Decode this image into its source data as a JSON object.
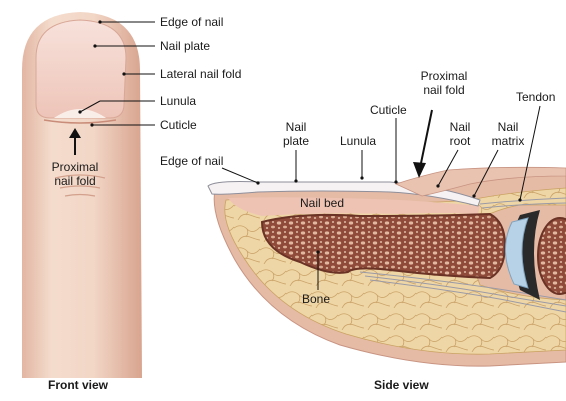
{
  "front": {
    "labels": {
      "edge_of_nail": "Edge of nail",
      "nail_plate": "Nail plate",
      "lateral_nail_fold": "Lateral nail fold",
      "lunula": "Lunula",
      "cuticle": "Cuticle",
      "proximal_nail_fold_1": "Proximal",
      "proximal_nail_fold_2": "nail fold"
    },
    "caption": "Front view"
  },
  "side": {
    "labels": {
      "edge_of_nail": "Edge of nail",
      "nail_plate_1": "Nail",
      "nail_plate_2": "plate",
      "lunula": "Lunula",
      "cuticle": "Cuticle",
      "proximal_nail_fold_1": "Proximal",
      "proximal_nail_fold_2": "nail fold",
      "nail_root_1": "Nail",
      "nail_root_2": "root",
      "nail_matrix_1": "Nail",
      "nail_matrix_2": "matrix",
      "tendon": "Tendon",
      "nail_bed": "Nail bed",
      "bone": "Bone"
    },
    "caption": "Side view"
  },
  "colors": {
    "skin_light": "#f6e3d7",
    "skin_mid": "#e7c0ad",
    "skin_dark": "#c8917e",
    "nail": "#f2cfc4",
    "fat": "#edd3a0",
    "fat_line": "#c9a261",
    "bone": "#8f4a3a",
    "bone_dark": "#5a2a1e",
    "cartilage": "#b7d2e6"
  }
}
